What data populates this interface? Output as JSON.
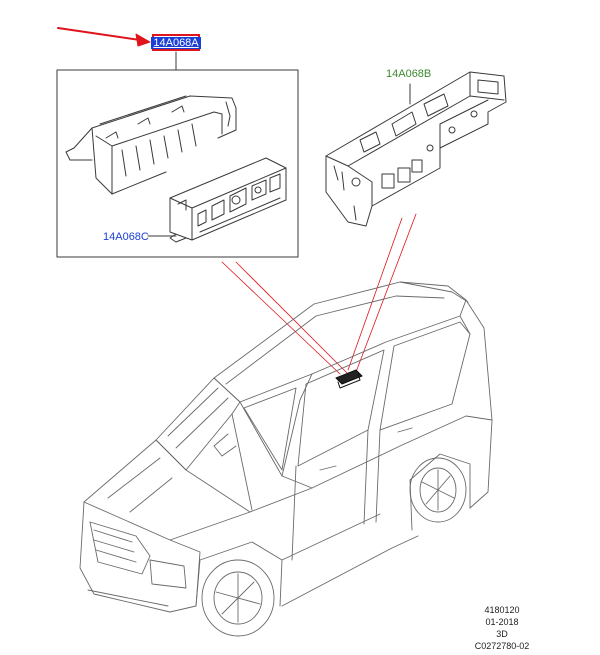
{
  "colors": {
    "callout_highlight": "#1a3fd6",
    "callout_border": "#e0141c",
    "callout_b": "#3d8a2e",
    "callout_c": "#1a3fd6",
    "leader_red": "#e0141c"
  },
  "callouts": {
    "a": "14A068A",
    "b": "14A068B",
    "c": "14A068C"
  },
  "meta": {
    "line1": "4180120",
    "line2": "01-2018",
    "line3": "3D",
    "line4": "C0272780-02"
  }
}
